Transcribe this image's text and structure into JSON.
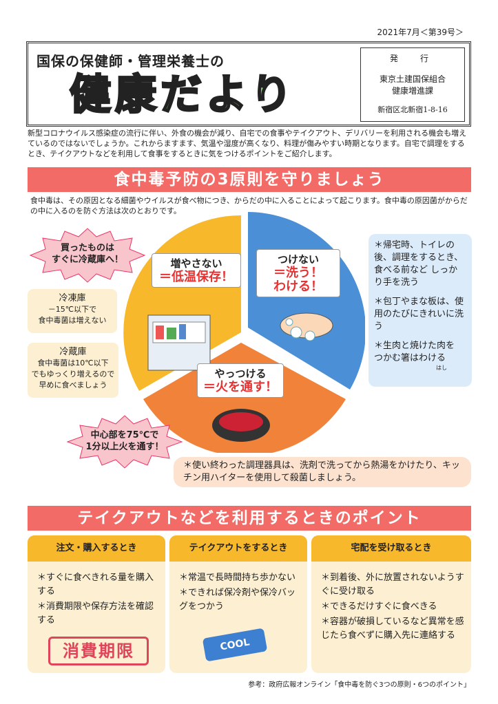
{
  "issue": "2021年7月＜第39号＞",
  "header": {
    "subtitle": "国保の保健師・管理栄養士の",
    "title": "健康だより",
    "publisher_label": "発　行",
    "org_line1": "東京土建国保組合",
    "org_line2": "健康増進課",
    "address": "新宿区北新宿1-8-16"
  },
  "intro": "新型コロナウイルス感染症の流行に伴い、外食の機会が減り、自宅での食事やテイクアウト、デリバリーを利用される機会も増えているのではないでしょうか。これからますます、気温や湿度が高くなり、料理が傷みやすい時期となります。自宅で調理をするとき、テイクアウトなどを利用して食事をするときに気をつけるポイントをご紹介します。",
  "section1": {
    "title": "食中毒予防の3原則を守りましょう",
    "body": "食中毒は、その原因となる細菌やウイルスが食べ物につき、からだの中に入ることによって起こります。食中毒の原因菌がからだの中に入るのを防ぐ方法は次のとおりです。",
    "pie": {
      "yellow": {
        "line1": "増やさない",
        "line2": "＝低温保存！"
      },
      "blue": {
        "line1": "つけない",
        "line2": "＝洗う！",
        "line3": "わける！"
      },
      "orange": {
        "line1": "やっつける",
        "line2": "＝火を通す！"
      },
      "colors": {
        "yellow": "#f8b82b",
        "blue": "#4b8fd6",
        "orange": "#f0823a"
      }
    },
    "star_top": {
      "line1": "買ったものは",
      "line2": "すぐに冷蔵庫へ！"
    },
    "freezer": {
      "title": "冷凍庫",
      "line1": "－15℃以下で",
      "line2": "食中毒菌は増えない"
    },
    "fridge": {
      "title": "冷蔵庫",
      "line1": "食中毒菌は10℃以下",
      "line2": "でもゆっくり増えるので",
      "line3": "早めに食べましょう"
    },
    "star_bottom": {
      "line1": "中心部を75℃で",
      "line2": "1分以上火を通す！"
    },
    "blue_box": {
      "item1": "＊帰宅時、トイレの後、調理をするとき、食べる前など しっかり手を洗う",
      "item2": "＊包丁やまな板は、使用のたびにきれいに洗う",
      "item3": "＊生肉と焼けた肉を つかむ箸はわける",
      "ruby": "はし"
    },
    "note": "＊使い終わった調理器具は、洗剤で洗ってから熱湯をかけたり、キッチン用ハイターを使用して殺菌しましょう。"
  },
  "section2": {
    "title": "テイクアウトなどを利用するときのポイント",
    "columns": [
      {
        "head": "注文・購入するとき",
        "items": [
          "＊すぐに食べきれる量を購入する",
          "＊消費期限や保存方法を確認する"
        ],
        "stamp": "消費期限"
      },
      {
        "head": "テイクアウトをするとき",
        "items": [
          "＊常温で長時間持ち歩かない",
          "＊できれば保冷剤や保冷バッグをつかう"
        ],
        "pack": "COOL"
      },
      {
        "head": "宅配を受け取るとき",
        "items": [
          "＊到着後、外に放置されないようすぐに受け取る",
          "＊できるだけすぐに食べきる",
          "＊容器が破損しているなど異常を感じたら食べずに購入先に連絡する"
        ]
      }
    ]
  },
  "reference": "参考：政府広報オンライン「食中毒を防ぐ3つの原則・6つのポイント」"
}
